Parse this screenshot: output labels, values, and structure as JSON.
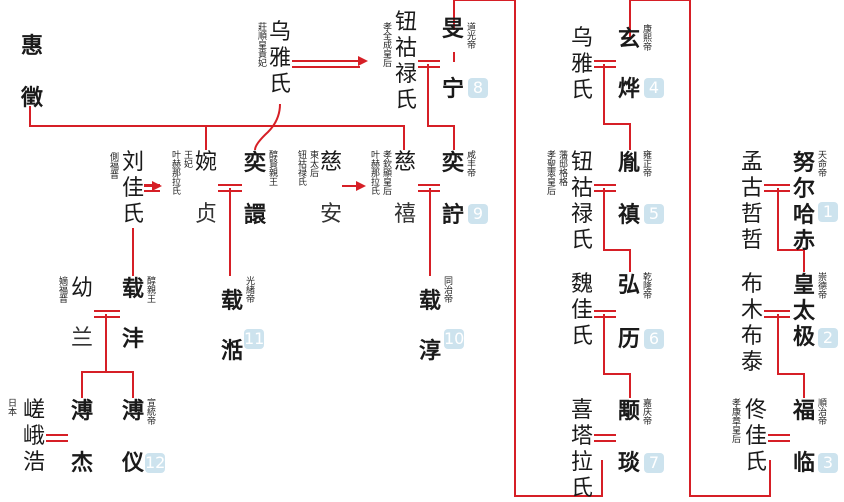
{
  "line_color": "#d61f26",
  "badge_color": "#cde3ee",
  "persons": {
    "hui_zheng": {
      "name": "惠徵"
    },
    "wuya": {
      "name": "乌雅氏",
      "title": "莊順皇貴妃"
    },
    "niu_left": {
      "name": "钮祜禄氏",
      "title": "孝全成皇后"
    },
    "minning": {
      "name1": "旻",
      "name2": "宁",
      "title": "道光帝",
      "badge": "8"
    },
    "wuya2": {
      "name": "乌雅氏"
    },
    "xuanye": {
      "name1": "玄",
      "name2": "烨",
      "title": "康熙帝",
      "badge": "4"
    },
    "nurhaci": {
      "name": "努尔哈赤",
      "title": "天命帝",
      "badge": "1"
    },
    "menggu": {
      "name": "孟古哲哲"
    },
    "liu": {
      "name": "刘佳氏",
      "title": "側福晋"
    },
    "wan_zhen": {
      "name1": "婉",
      "name2": "贞",
      "title": "叶赫那拉氏",
      "title2": "王妃"
    },
    "yixuan": {
      "name1": "奕",
      "name2": "譞",
      "title": "醇賢親王"
    },
    "ci_an": {
      "name1": "慈",
      "name2": "安",
      "title": "钮祜禄氏",
      "title2": "東太后"
    },
    "ci_xi": {
      "name1": "慈",
      "name2": "禧",
      "title": "叶赫那拉氏",
      "title2": "孝欽顯皇后"
    },
    "yizhu": {
      "name1": "奕",
      "name2": "詝",
      "title": "咸丰帝",
      "badge": "9"
    },
    "niu_right": {
      "name": "钮祜禄氏",
      "title": "孝聖憲皇后",
      "title2": "藩邸格格"
    },
    "yinzhen": {
      "name1": "胤",
      "name2": "禛",
      "title": "雍正帝",
      "badge": "5"
    },
    "huangtaiji": {
      "name": "皇太极",
      "title": "崇德帝",
      "badge": "2"
    },
    "bumubutai": {
      "name": "布木布泰"
    },
    "youlan": {
      "name1": "幼",
      "name2": "兰",
      "title": "嫡福晋"
    },
    "zaifeng": {
      "name1": "载",
      "name2": "沣",
      "title": "醇親王"
    },
    "zaitian": {
      "name": "载湉",
      "title": "光緒帝",
      "badge": "11"
    },
    "zaichun": {
      "name": "载淳",
      "title": "同治帝",
      "badge": "10"
    },
    "wei": {
      "name": "魏佳氏"
    },
    "hongli": {
      "name1": "弘",
      "name2": "历",
      "title": "乾隆帝",
      "badge": "6"
    },
    "fulin": {
      "name1": "福",
      "name2": "临",
      "title": "順治帝",
      "badge": "3"
    },
    "tong": {
      "name": "佟佳氏",
      "title": "孝康章皇后"
    },
    "saga": {
      "name": "嵯峨浩",
      "title": "日本"
    },
    "pujie": {
      "name1": "溥",
      "name2": "杰"
    },
    "puyi": {
      "name1": "溥",
      "name2": "仪",
      "title": "宣統帝",
      "badge": "12"
    },
    "xita": {
      "name": "喜塔拉氏"
    },
    "yongyan": {
      "name1": "颙",
      "name2": "琰",
      "title": "嘉庆帝",
      "badge": "7"
    }
  }
}
